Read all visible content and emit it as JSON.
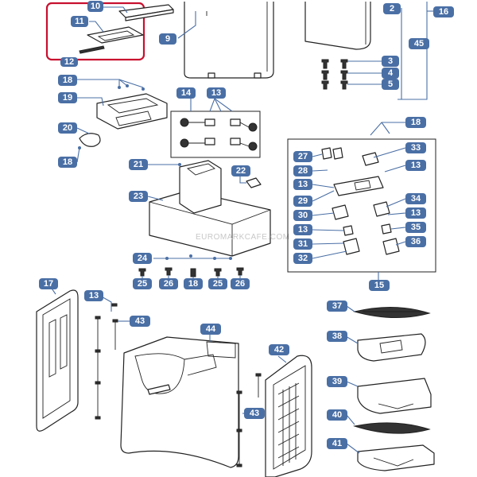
{
  "diagram": {
    "watermark": "EUROMARKCAFE.COM",
    "callouts": {
      "c2": "2",
      "c3": "3",
      "c4": "4",
      "c5": "5",
      "c9": "9",
      "c10": "10",
      "c11": "11",
      "c12": "12",
      "c13a": "13",
      "c13b": "13",
      "c13c": "13",
      "c13d": "13",
      "c13e": "13",
      "c13f": "13",
      "c14": "14",
      "c15": "15",
      "c16": "16",
      "c17": "17",
      "c18a": "18",
      "c18b": "18",
      "c18c": "18",
      "c18d": "18",
      "c19": "19",
      "c20": "20",
      "c21": "21",
      "c22": "22",
      "c23": "23",
      "c24": "24",
      "c25a": "25",
      "c25b": "25",
      "c26a": "26",
      "c26b": "26",
      "c27": "27",
      "c28": "28",
      "c29": "29",
      "c30": "30",
      "c31": "31",
      "c32": "32",
      "c33": "33",
      "c34": "34",
      "c35": "35",
      "c36": "36",
      "c37": "37",
      "c38": "38",
      "c39": "39",
      "c40": "40",
      "c41": "41",
      "c42": "42",
      "c43a": "43",
      "c43b": "43",
      "c44": "44",
      "c45": "45"
    }
  }
}
